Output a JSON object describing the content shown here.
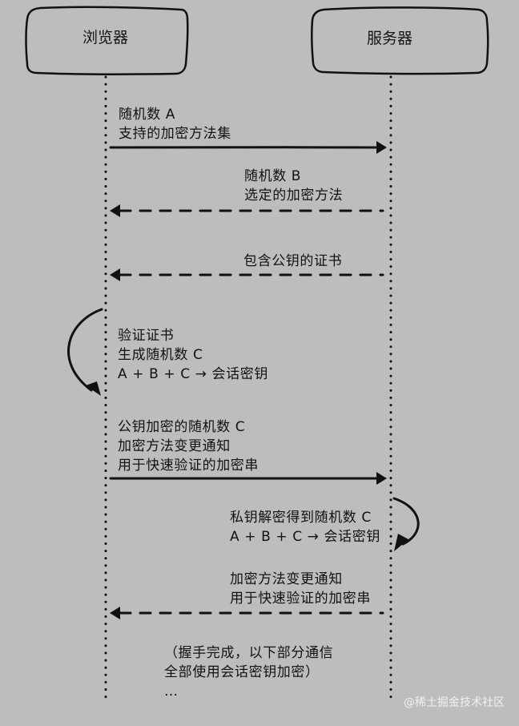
{
  "participants": {
    "browser": "浏览器",
    "server": "服务器"
  },
  "messages": {
    "m1": "随机数 A\n支持的加密方法集",
    "m2": "随机数 B\n选定的加密方法",
    "m3": "包含公钥的证书",
    "m4": "验证证书\n生成随机数 C\nA + B + C → 会话密钥",
    "m5": "公钥加密的随机数 C\n加密方法变更通知\n用于快速验证的加密串",
    "m6": "私钥解密得到随机数 C\nA + B + C → 会话密钥",
    "m7": "加密方法变更通知\n用于快速验证的加密串",
    "m8": "（握手完成，以下部分通信\n全部使用会话密钥加密）\n…"
  },
  "watermark": "@稀土掘金技术社区",
  "colors": {
    "background": "#bdbdbf",
    "ink": "#111111",
    "watermark": "#ffffff"
  }
}
